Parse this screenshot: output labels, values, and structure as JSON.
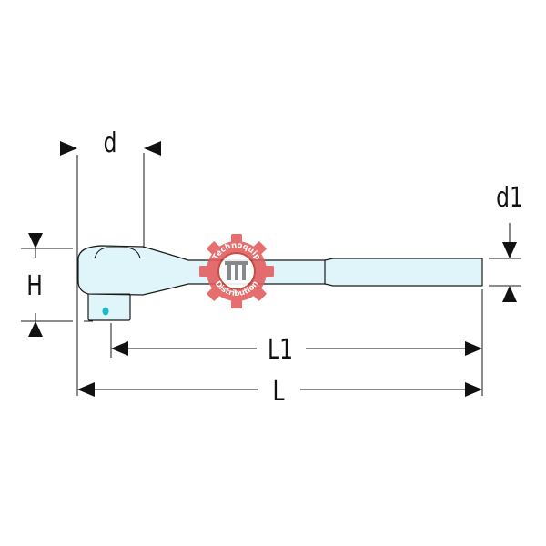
{
  "labels": {
    "d": "d",
    "d1": "d1",
    "H": "H",
    "L1": "L1",
    "L": "L"
  },
  "watermark": {
    "top_text": "Technoquip",
    "bottom_text": "Distribution"
  },
  "colors": {
    "tool_fill": "#dff5fa",
    "tool_stroke": "#1a1a1a",
    "accent": "#1cb8cc",
    "dimension": "#111111",
    "watermark_gear": "#e45b5b",
    "watermark_ring": "#c0392b"
  }
}
